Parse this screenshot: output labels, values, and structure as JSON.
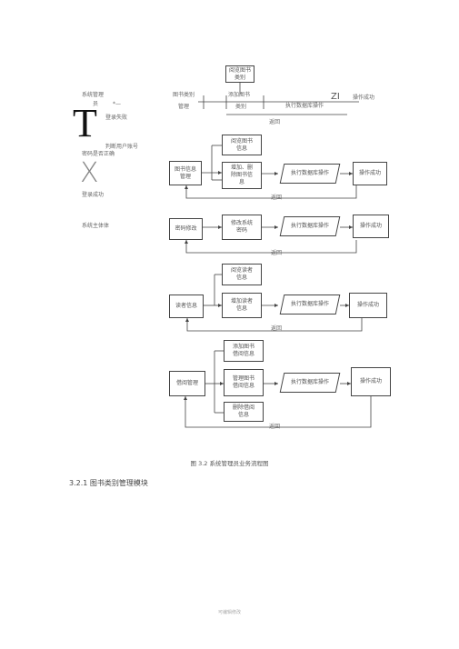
{
  "top": {
    "query_category": [
      "阅览图书",
      "类别"
    ],
    "sys_admin": [
      "系统管理",
      "员"
    ],
    "category_mgmt": [
      "图书类别",
      "管理"
    ],
    "add_category": [
      "添加图书",
      "类别"
    ],
    "exec_db": "执行数据库操作",
    "exec_db_garbled": "ZI",
    "success": "操作成功",
    "back": "返回",
    "dash": "*—",
    "login_fail": "登录失败",
    "check_user": "判断用户账号",
    "check_pwd": "密码是否正确",
    "login_ok": "登录成功",
    "sys_main": "系统主体体",
    "big_T": "T",
    "big_X": "X"
  },
  "book_info": {
    "left": [
      "图书信息",
      "管理"
    ],
    "query": [
      "阅览图书",
      "信息"
    ],
    "add_del": [
      "增加、删",
      "除图书信",
      "息"
    ],
    "exec": [
      "执行数据",
      "库操作"
    ],
    "success": "操作成功",
    "back": "返回"
  },
  "pwd": {
    "left": "密码修改",
    "modify": [
      "修改系统",
      "密码"
    ],
    "exec": [
      "执行数据",
      "库操作"
    ],
    "success": "操作成功",
    "back": "返回"
  },
  "reader": {
    "left": "读者信息",
    "query": [
      "阅览读者",
      "信息"
    ],
    "add": [
      "增加读者",
      "信息"
    ],
    "exec": [
      "执行数据",
      "库操作"
    ],
    "success": "操作成功",
    "back": "返回"
  },
  "borrow": {
    "left": "借阅管理",
    "add": [
      "添加图书",
      "借阅信息"
    ],
    "manage": [
      "管理图书",
      "借阅信息"
    ],
    "delete": [
      "删除借阅",
      "信息"
    ],
    "exec": [
      "执行数据",
      "库操作"
    ],
    "success": "操作成功",
    "back": "返回"
  },
  "caption": "图 3.2 系统管理员业务流程图",
  "section_heading": "3.2.1 图书类别管理模块",
  "footer": "可编辑修改"
}
